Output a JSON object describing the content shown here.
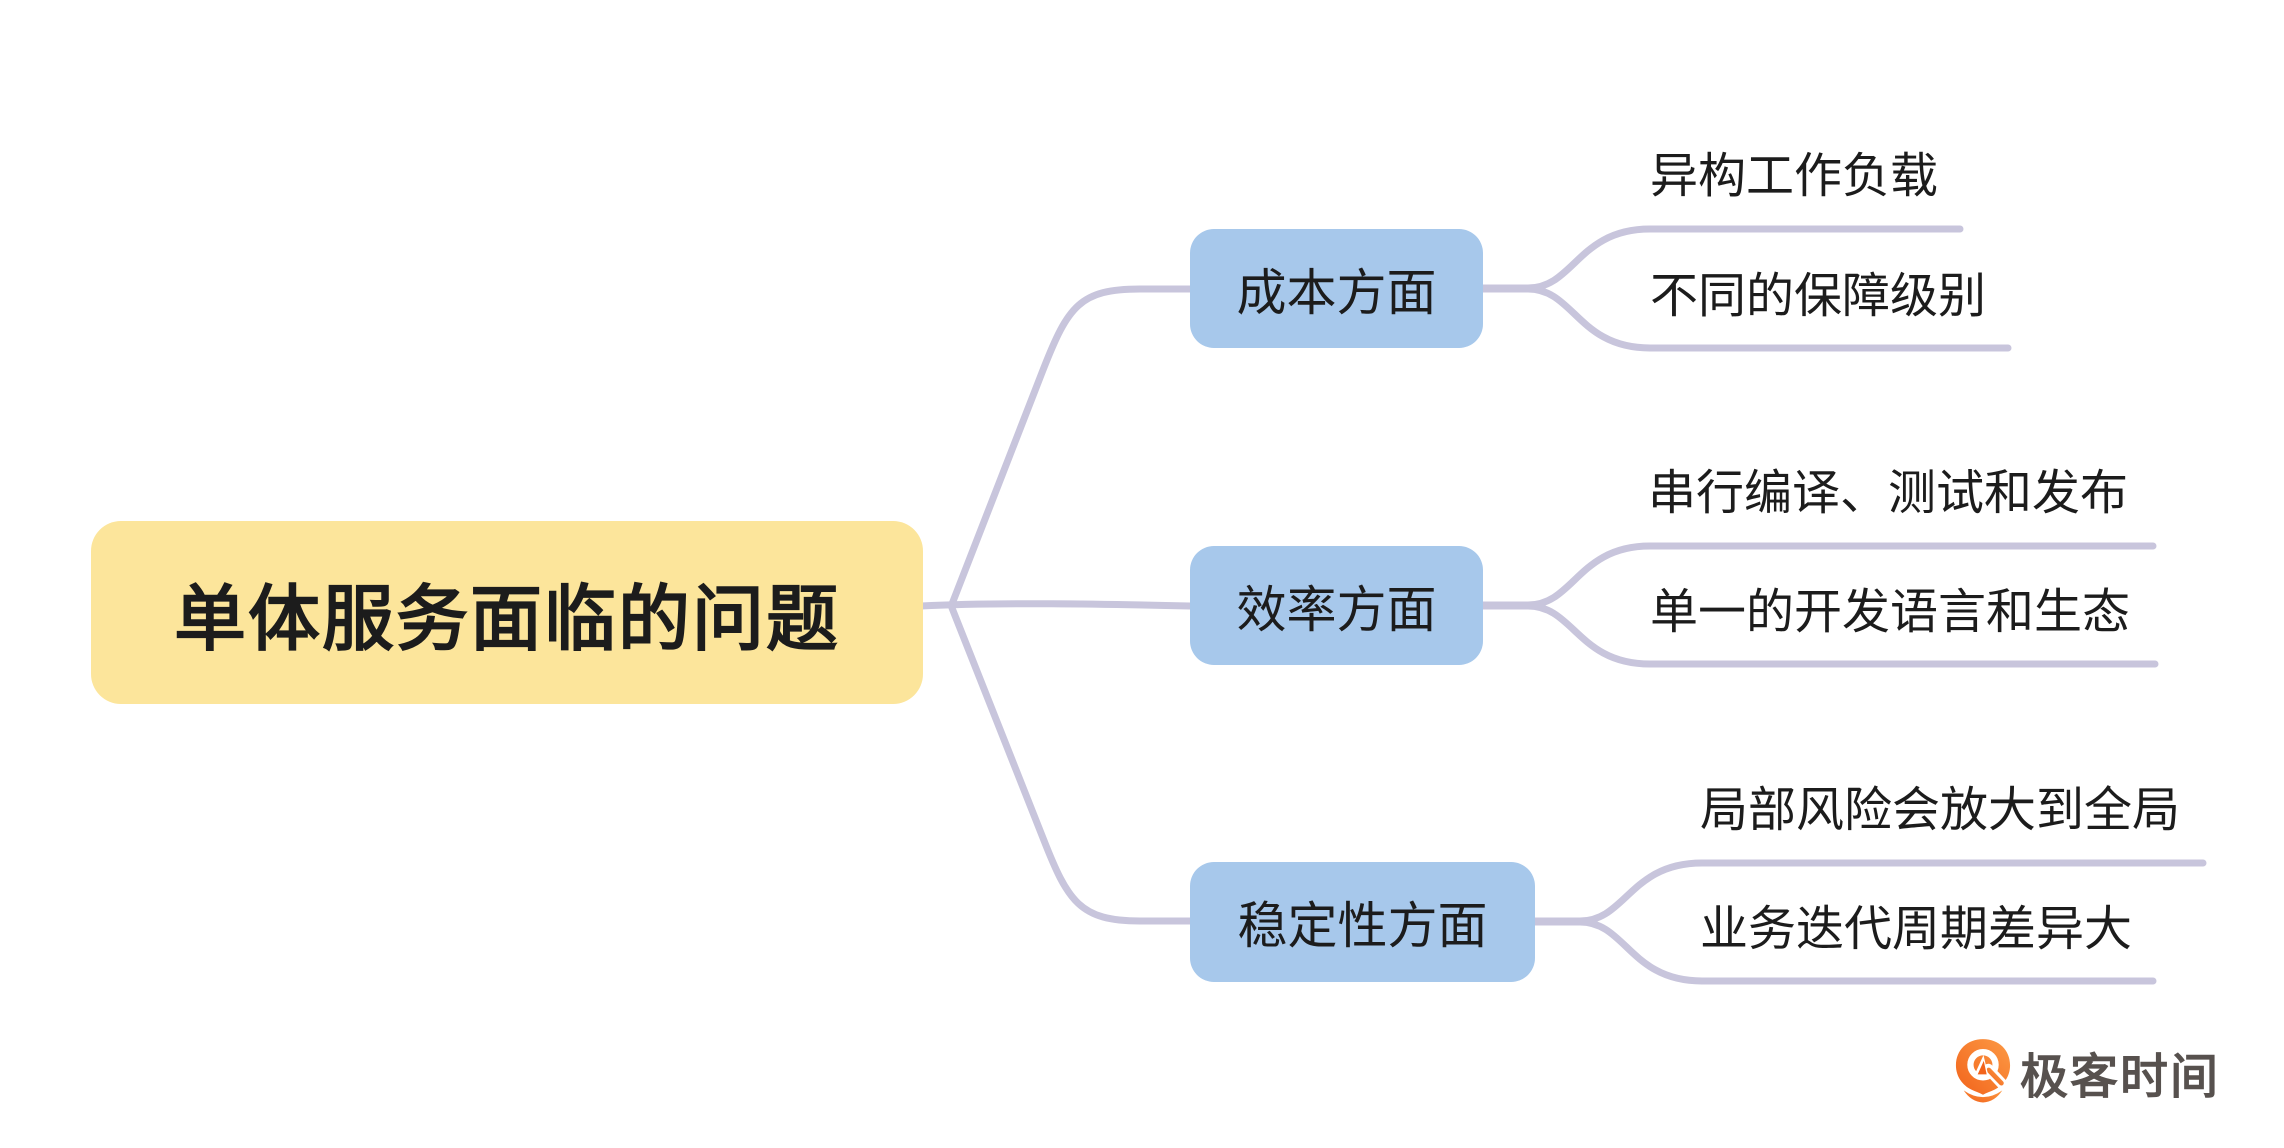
{
  "theme": {
    "canvas-bg": "#FFFFFF",
    "root-fill": "#FCE59B",
    "branch-fill": "#A7C8EB",
    "connector": "#C8C5DC",
    "ink": "#1C1C1C",
    "logo-orange": "#F2631B",
    "logo-orange-light": "#FC9A45",
    "logo-gray": "#57514E"
  },
  "mindmap": {
    "root": {
      "label": "单体服务面临的问题"
    },
    "branches": [
      {
        "label": "成本方面",
        "children": [
          {
            "label": "异构工作负载"
          },
          {
            "label": "不同的保障级别"
          }
        ]
      },
      {
        "label": "效率方面",
        "children": [
          {
            "label": "串行编译、测试和发布"
          },
          {
            "label": "单一的开发语言和生态"
          }
        ]
      },
      {
        "label": "稳定性方面",
        "children": [
          {
            "label": "局部风险会放大到全局"
          },
          {
            "label": "业务迭代周期差异大"
          }
        ]
      }
    ]
  },
  "footer": {
    "brand": "极客时间",
    "icon": "geektime-pin-icon"
  }
}
